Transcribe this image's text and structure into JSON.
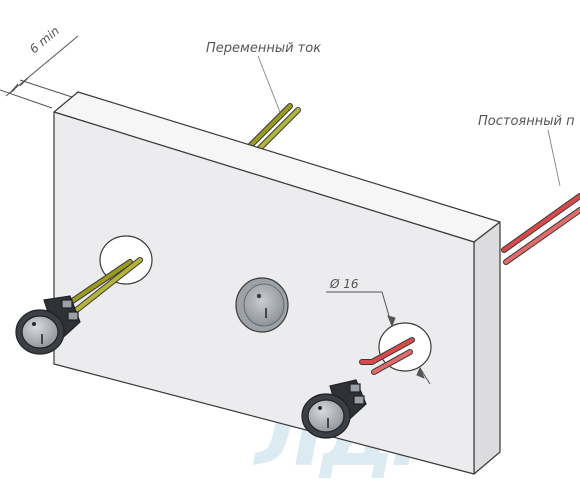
{
  "labels": {
    "dimension": "6 min",
    "ac_current": "Переменный ток",
    "dc_current": "Постоянный п",
    "diameter": "Ø 16"
  },
  "watermark": {
    "text": "ЛДМ"
  },
  "colors": {
    "panel_front": "#ececee",
    "panel_top": "#f6f6f7",
    "panel_side": "#dcdcdf",
    "outline": "#3a3a3a",
    "wire_ac": "#9a9a1e",
    "wire_dc": "#d84a4a",
    "switch_body": "#3c3f44",
    "switch_face": "#aeb2b8",
    "watermark": "#9ec6d9"
  }
}
